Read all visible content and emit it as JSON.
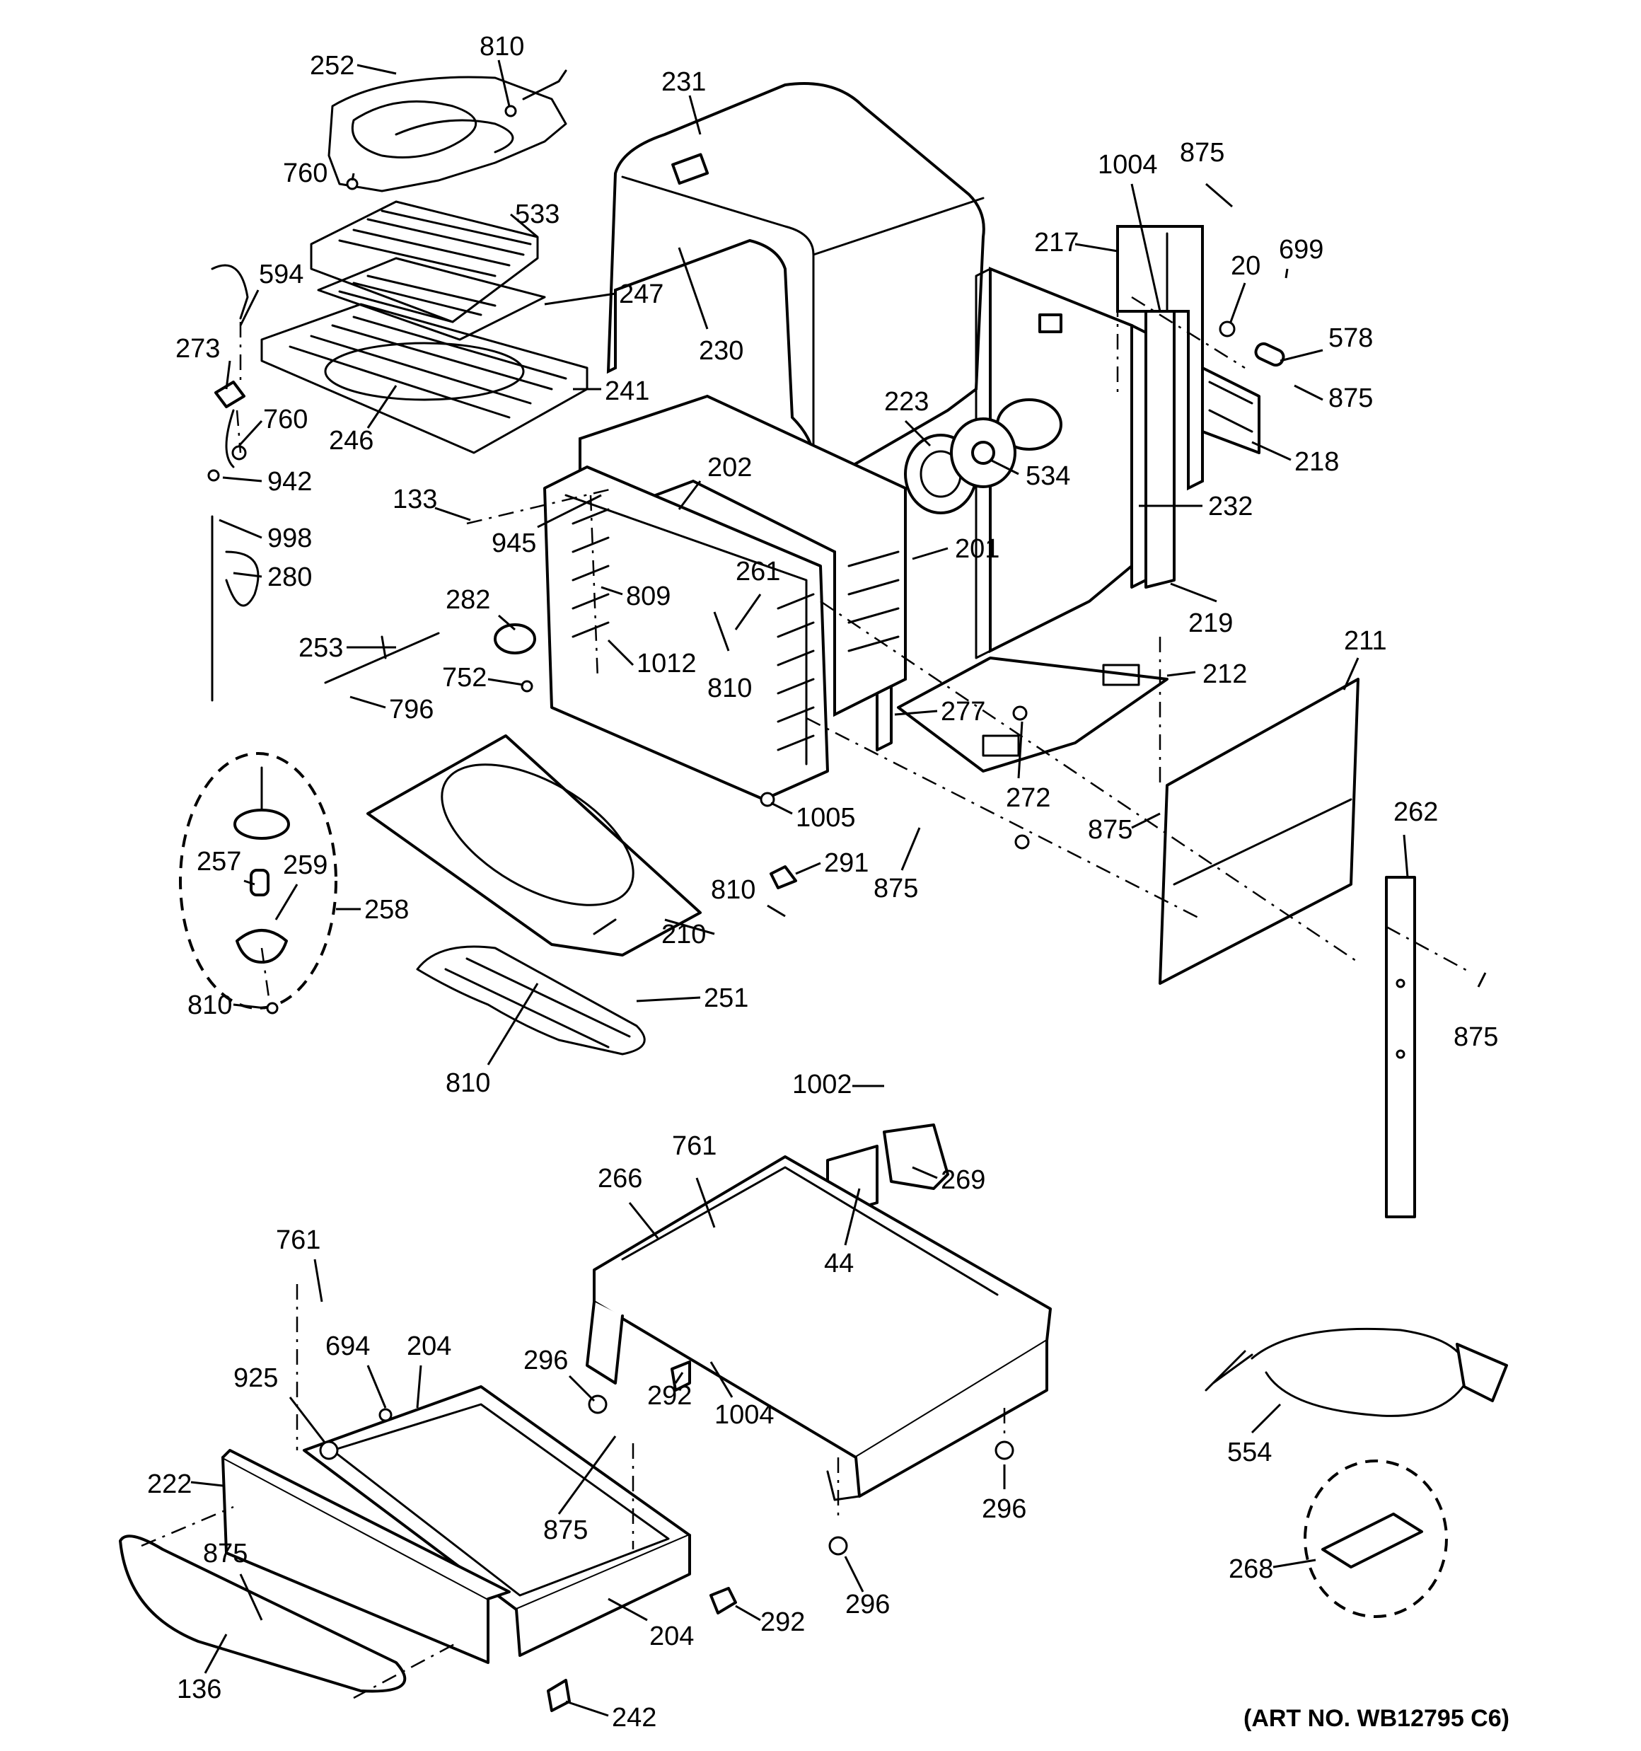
{
  "diagram": {
    "art_number": "(ART NO. WB12795 C6)",
    "callouts": [
      {
        "id": "c252",
        "text": "252"
      },
      {
        "id": "c810a",
        "text": "810"
      },
      {
        "id": "c231",
        "text": "231"
      },
      {
        "id": "c760a",
        "text": "760"
      },
      {
        "id": "c533",
        "text": "533"
      },
      {
        "id": "c594",
        "text": "594"
      },
      {
        "id": "c247",
        "text": "247"
      },
      {
        "id": "c273",
        "text": "273"
      },
      {
        "id": "c230",
        "text": "230"
      },
      {
        "id": "c241",
        "text": "241"
      },
      {
        "id": "c760b",
        "text": "760"
      },
      {
        "id": "c246",
        "text": "246"
      },
      {
        "id": "c942",
        "text": "942"
      },
      {
        "id": "c998",
        "text": "998"
      },
      {
        "id": "c280",
        "text": "280"
      },
      {
        "id": "c133",
        "text": "133"
      },
      {
        "id": "c945",
        "text": "945"
      },
      {
        "id": "c202",
        "text": "202"
      },
      {
        "id": "c223",
        "text": "223"
      },
      {
        "id": "c534",
        "text": "534"
      },
      {
        "id": "c201",
        "text": "201"
      },
      {
        "id": "c232",
        "text": "232"
      },
      {
        "id": "c219",
        "text": "219"
      },
      {
        "id": "c875a",
        "text": "875"
      },
      {
        "id": "c1004a",
        "text": "1004"
      },
      {
        "id": "c217",
        "text": "217"
      },
      {
        "id": "c20",
        "text": "20"
      },
      {
        "id": "c699",
        "text": "699"
      },
      {
        "id": "c578",
        "text": "578"
      },
      {
        "id": "c875b",
        "text": "875"
      },
      {
        "id": "c218",
        "text": "218"
      },
      {
        "id": "c282",
        "text": "282"
      },
      {
        "id": "c809",
        "text": "809"
      },
      {
        "id": "c261",
        "text": "261"
      },
      {
        "id": "c253",
        "text": "253"
      },
      {
        "id": "c1012",
        "text": "1012"
      },
      {
        "id": "c810b",
        "text": "810"
      },
      {
        "id": "c752",
        "text": "752"
      },
      {
        "id": "c796",
        "text": "796"
      },
      {
        "id": "c212",
        "text": "212"
      },
      {
        "id": "c211",
        "text": "211"
      },
      {
        "id": "c277",
        "text": "277"
      },
      {
        "id": "c272",
        "text": "272"
      },
      {
        "id": "c875c",
        "text": "875"
      },
      {
        "id": "c1005",
        "text": "1005"
      },
      {
        "id": "c262",
        "text": "262"
      },
      {
        "id": "c257",
        "text": "257"
      },
      {
        "id": "c259",
        "text": "259"
      },
      {
        "id": "c258",
        "text": "258"
      },
      {
        "id": "c291",
        "text": "291"
      },
      {
        "id": "c810c",
        "text": "810"
      },
      {
        "id": "c875d",
        "text": "875"
      },
      {
        "id": "c210",
        "text": "210"
      },
      {
        "id": "c810d",
        "text": "810"
      },
      {
        "id": "c251",
        "text": "251"
      },
      {
        "id": "c810e",
        "text": "810"
      },
      {
        "id": "c875e",
        "text": "875"
      },
      {
        "id": "c1002",
        "text": "1002"
      },
      {
        "id": "c761a",
        "text": "761"
      },
      {
        "id": "c266",
        "text": "266"
      },
      {
        "id": "c269",
        "text": "269"
      },
      {
        "id": "c44",
        "text": "44"
      },
      {
        "id": "c761b",
        "text": "761"
      },
      {
        "id": "c694",
        "text": "694"
      },
      {
        "id": "c204a",
        "text": "204"
      },
      {
        "id": "c296a",
        "text": "296"
      },
      {
        "id": "c925",
        "text": "925"
      },
      {
        "id": "c292a",
        "text": "292"
      },
      {
        "id": "c1004b",
        "text": "1004"
      },
      {
        "id": "c554",
        "text": "554"
      },
      {
        "id": "c222",
        "text": "222"
      },
      {
        "id": "c875f",
        "text": "875"
      },
      {
        "id": "c296b",
        "text": "296"
      },
      {
        "id": "c268",
        "text": "268"
      },
      {
        "id": "c875g",
        "text": "875"
      },
      {
        "id": "c296c",
        "text": "296"
      },
      {
        "id": "c292b",
        "text": "292"
      },
      {
        "id": "c204b",
        "text": "204"
      },
      {
        "id": "c136",
        "text": "136"
      },
      {
        "id": "c242",
        "text": "242"
      }
    ]
  }
}
